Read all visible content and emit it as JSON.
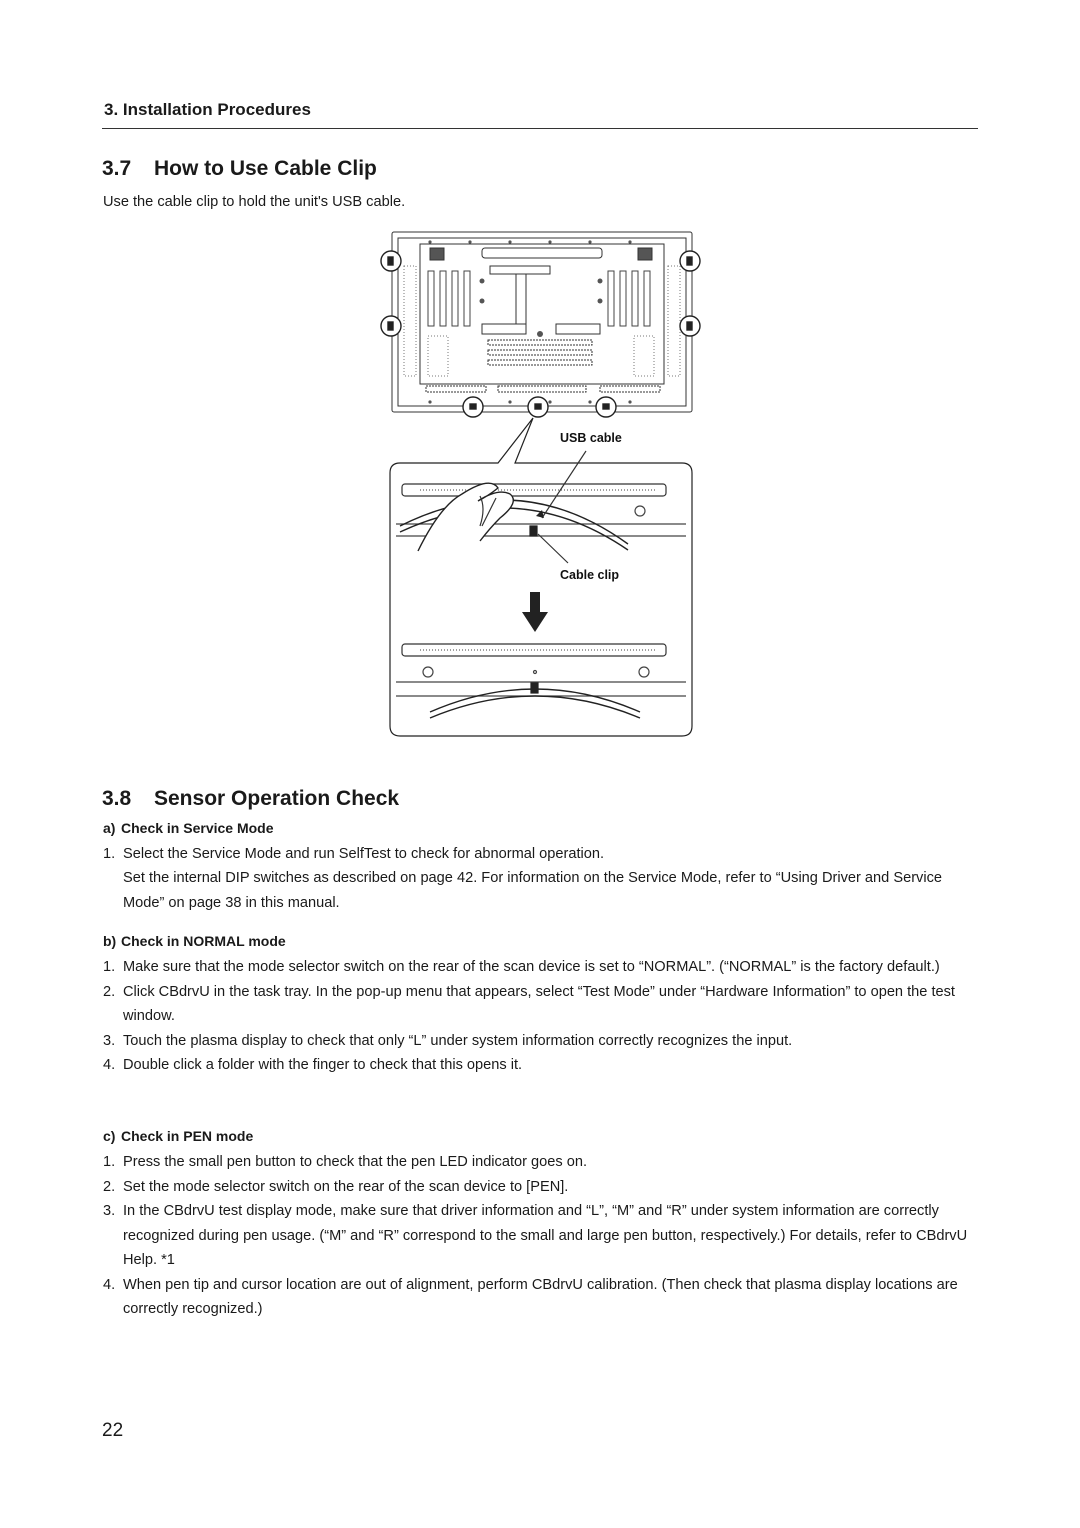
{
  "header": {
    "chapter": "3. Installation Procedures"
  },
  "section_37": {
    "number": "3.7",
    "title": "How to Use Cable Clip",
    "intro": "Use the cable clip to hold the unit's USB cable.",
    "figure": {
      "label_usb": "USB cable",
      "label_clip": "Cable clip"
    }
  },
  "section_38": {
    "number": "3.8",
    "title": "Sensor Operation Check",
    "a": {
      "letter": "a)",
      "title": "Check in Service Mode",
      "steps": [
        {
          "n": "1.",
          "text": "Select the Service Mode and run SelfTest to check for abnormal operation."
        }
      ],
      "note": "Set the internal DIP switches as described on page 42. For information on the Service Mode, refer to “Using Driver and Service Mode” on page 38 in this manual."
    },
    "b": {
      "letter": "b)",
      "title": "Check in NORMAL mode",
      "steps": [
        {
          "n": "1.",
          "text": "Make sure that the mode selector switch on the rear of the scan device is set to “NORMAL”. (“NORMAL” is the factory default.)"
        },
        {
          "n": "2.",
          "text": "Click CBdrvU in the task tray. In the pop-up menu that appears, select “Test Mode” under “Hardware Information” to open the test window."
        },
        {
          "n": "3.",
          "text": "Touch the plasma display to check that only “L” under system information correctly recognizes the input."
        },
        {
          "n": "4.",
          "text": "Double click a folder with the finger to check that this opens it."
        }
      ]
    },
    "c": {
      "letter": "c)",
      "title": "Check in PEN mode",
      "steps": [
        {
          "n": "1.",
          "text": "Press the small pen button to check that the pen LED indicator goes on."
        },
        {
          "n": "2.",
          "text": "Set the mode selector switch on the rear of the scan device to [PEN]."
        },
        {
          "n": "3.",
          "text": "In the CBdrvU test display mode, make sure that driver information and “L”, “M” and “R” under system information are correctly recognized during pen usage. (“M” and “R” correspond to the small and large pen button, respectively.) For details, refer to CBdrvU Help. *1"
        },
        {
          "n": "4.",
          "text": "When pen tip and cursor location are out of alignment, perform CBdrvU calibration. (Then check that plasma display locations are correctly recognized.)"
        }
      ]
    }
  },
  "footer": {
    "page_number": "22"
  }
}
